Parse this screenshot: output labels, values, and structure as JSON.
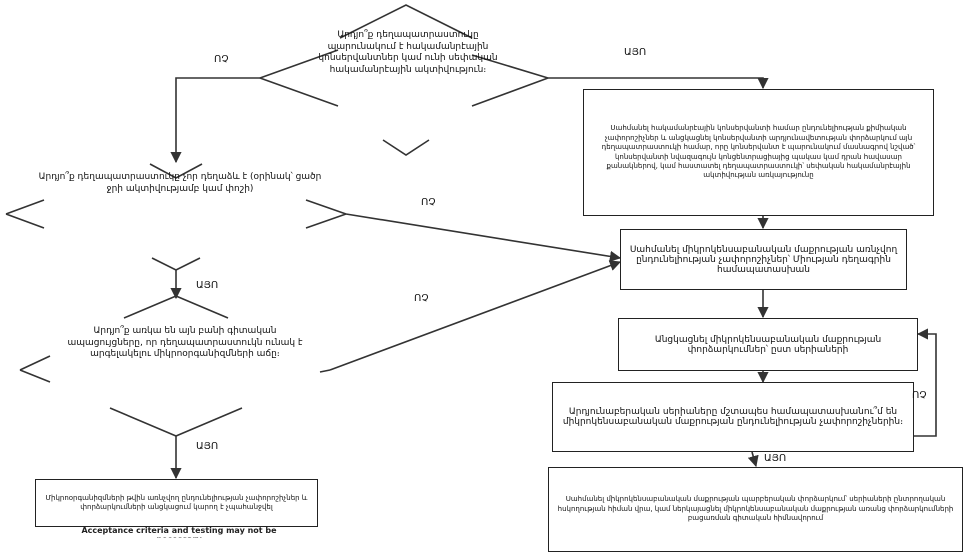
{
  "decisions": [
    {
      "text": "Արդյո՞ք դեղապատրաստուկը պարունակում է հակամանրէային կոնսերվանտներ կամ ունի սեփական հակամանրէային ակտիվություն։"
    },
    {
      "text": "Արդյո՞ք դեղապատրաստուկը չոր դեղաձև է (օրինակ՝ ցածր ջրի ակտիվությամբ կամ փոշի)"
    },
    {
      "text": "Արդյո՞ք առկա են այն բանի գիտական ապացույցները, որ դեղապատրաստուկն ունակ է արգելակելու միկրոօրգանիզմների աճը։"
    }
  ],
  "boxes": [
    {
      "text": "Սահմանել հակամանրէային կոնսերվանտի համար ընդունելիության քիմիական չափորոշիչներ և անցկացնել կոնսերվանտի արդյունավետության փորձարկում այն դեղապատրաստուկի համար, որը կոնսերվանտ է պարունակում մասնագրով նշված՝ կոնսերվանտի նվազագույն կոնցենտրացիայից պակաս կամ դրան հավասար քանակներով, կամ հաստատել դեղապատրաստուկի՝ սեփական հակամանրէային ակտիվության առկայությունը"
    },
    {
      "text": "Սահմանել միկրոկենսաբանական մաքրության առնչվող ընդունելիության չափորոշիչներ՝ Միության դեղագրին համապատասխան"
    },
    {
      "text": "Անցկացնել միկրոկենսաբանական մաքրության փորձարկումներ՝ ըստ սերիաների"
    },
    {
      "text": "Արդյունաբերական սերիաները մշտապես համապատասխանու՞մ են միկրոկենսաբանական մաքրության ընդունելիության չափորոշիչներին։"
    },
    {
      "text": "Սահմանել միկրոկենսաբանական մաքրության պարբերական փորձարկում՝ սերիաների ընտրողական հսկողության հիման վրա, կամ ներկայացնել միկրոկենսաբանական մաքրության առանց փորձարկումների բացառման գիտական հիմնավորում"
    },
    {
      "text": "Միկրոօրգանիզմների թվին առնչվող ընդունելիության չափորոշիչներ և փորձարկումների անցկացում կարող է չպահանջվել"
    }
  ],
  "labels": {
    "yes": "ԱՅՈ",
    "no": "ՈՉ"
  },
  "cutoff_text": "Acceptance criteria and testing may not be necessary"
}
